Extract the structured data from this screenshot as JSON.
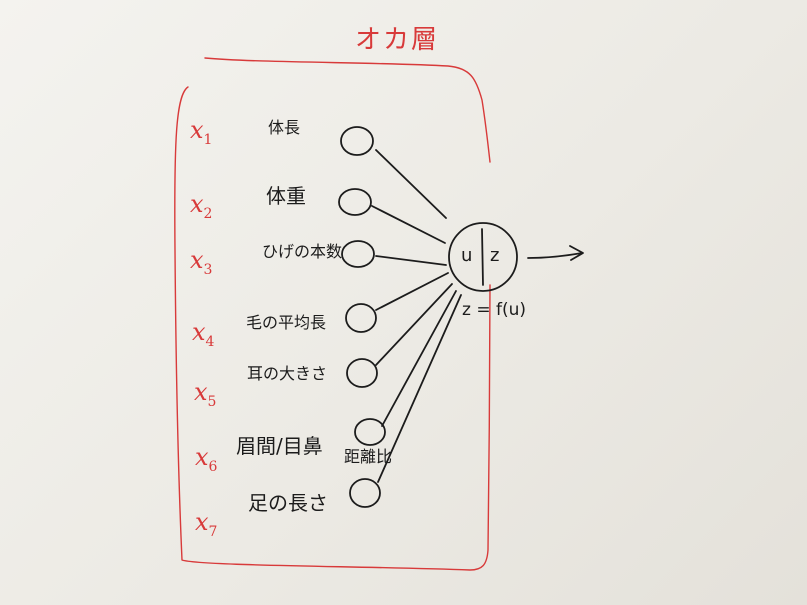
{
  "diagram": {
    "title": "オカ層",
    "inputs": [
      {
        "var": "x",
        "sub": "1",
        "label": "体長"
      },
      {
        "var": "x",
        "sub": "2",
        "label": "体重"
      },
      {
        "var": "x",
        "sub": "3",
        "label": "ひげの本数"
      },
      {
        "var": "x",
        "sub": "4",
        "label": "毛の平均長"
      },
      {
        "var": "x",
        "sub": "5",
        "label": "耳の大きさ"
      },
      {
        "var": "x",
        "sub": "6",
        "label": "眉間/目鼻",
        "label_extra": "距離比"
      },
      {
        "var": "x",
        "sub": "7",
        "label": "足の長さ"
      }
    ],
    "unit": {
      "left": "u",
      "right": "z"
    },
    "equation": "z = f(u)",
    "colors": {
      "red": "#d83a3a",
      "ink": "#1c1c1c",
      "paper": "#f1efea"
    }
  }
}
